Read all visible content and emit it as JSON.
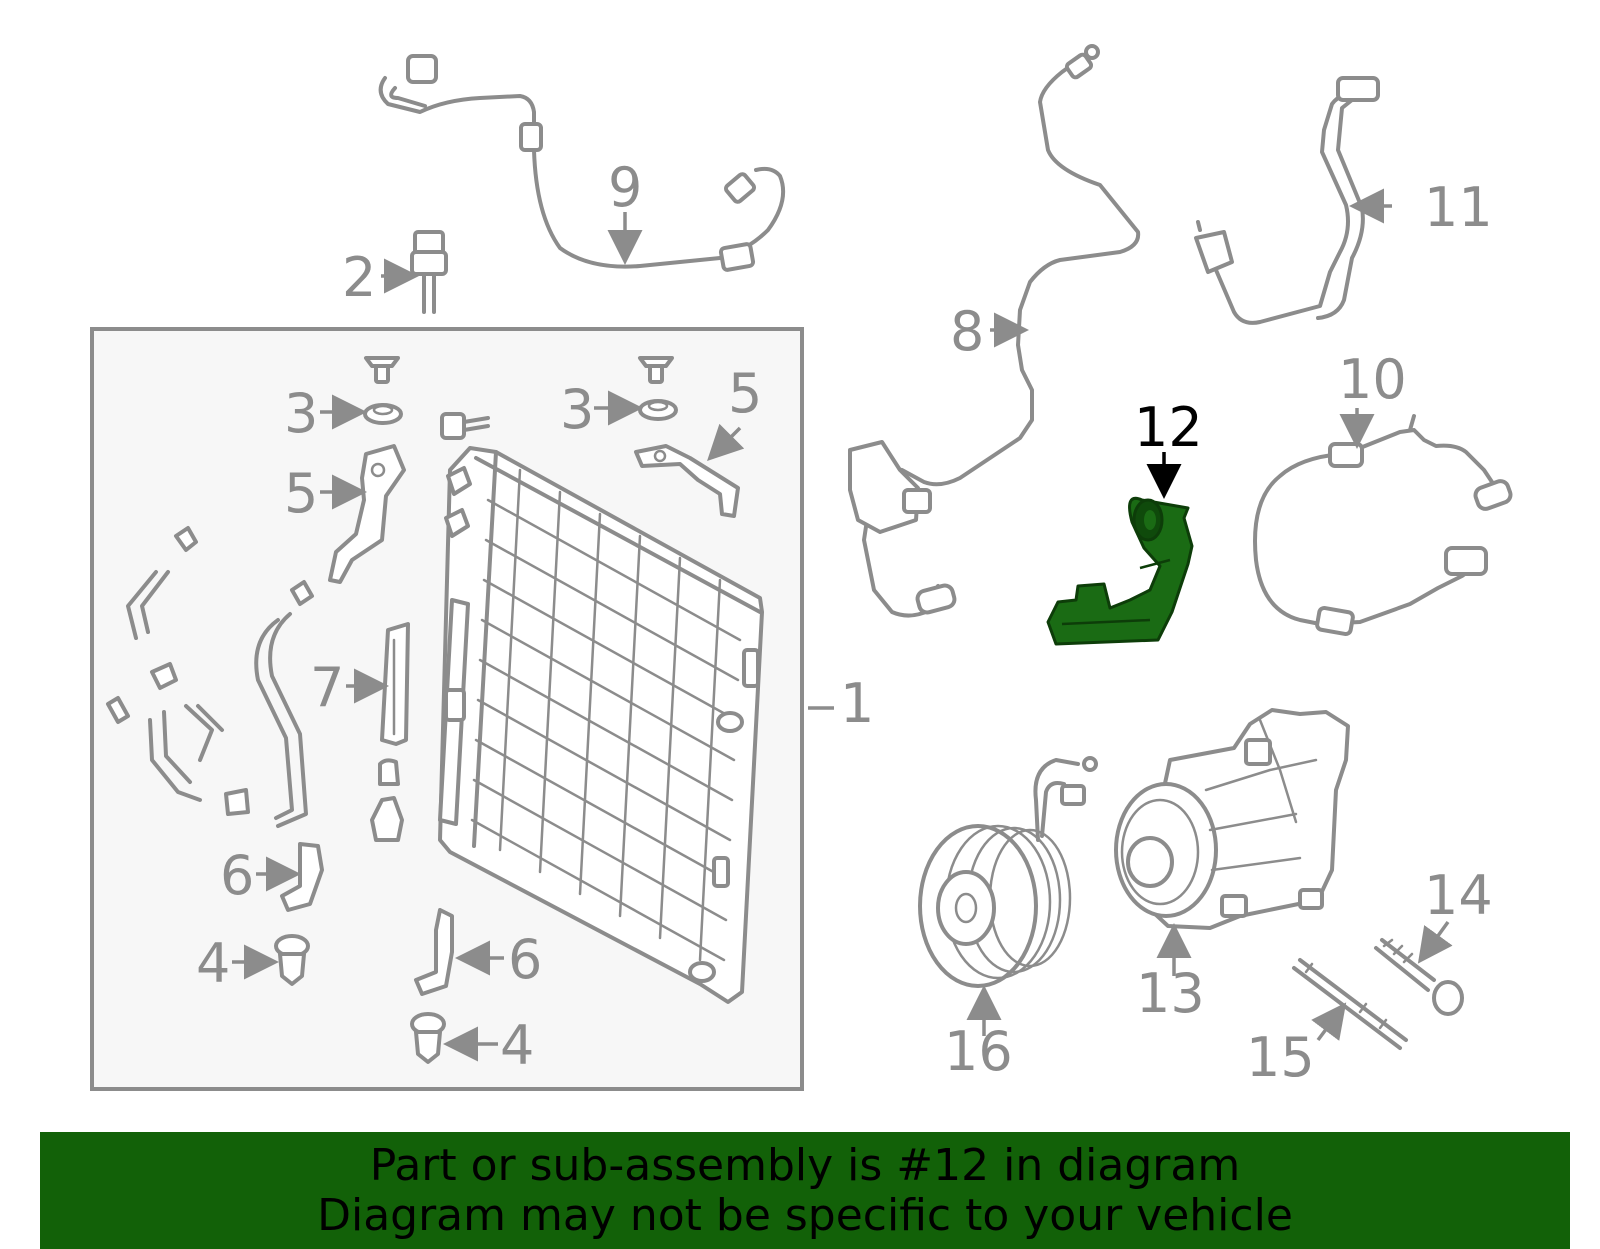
{
  "callouts": {
    "c1": "1",
    "c2": "2",
    "c3a": "3",
    "c3b": "3",
    "c4a": "4",
    "c4b": "4",
    "c5a": "5",
    "c5b": "5",
    "c6a": "6",
    "c6b": "6",
    "c7": "7",
    "c8": "8",
    "c9": "9",
    "c10": "10",
    "c11": "11",
    "c12": "12",
    "c13": "13",
    "c14": "14",
    "c15": "15",
    "c16": "16"
  },
  "highlight": {
    "part_number": "12",
    "color": "#1a6b14",
    "banner_color": "#126108"
  },
  "colors": {
    "line_art": "#8c8c8c",
    "box_fill": "#f7f7f7"
  },
  "footer": {
    "line1": "Part or sub-assembly is #12 in diagram",
    "line2": "Diagram may not be specific to your vehicle"
  }
}
